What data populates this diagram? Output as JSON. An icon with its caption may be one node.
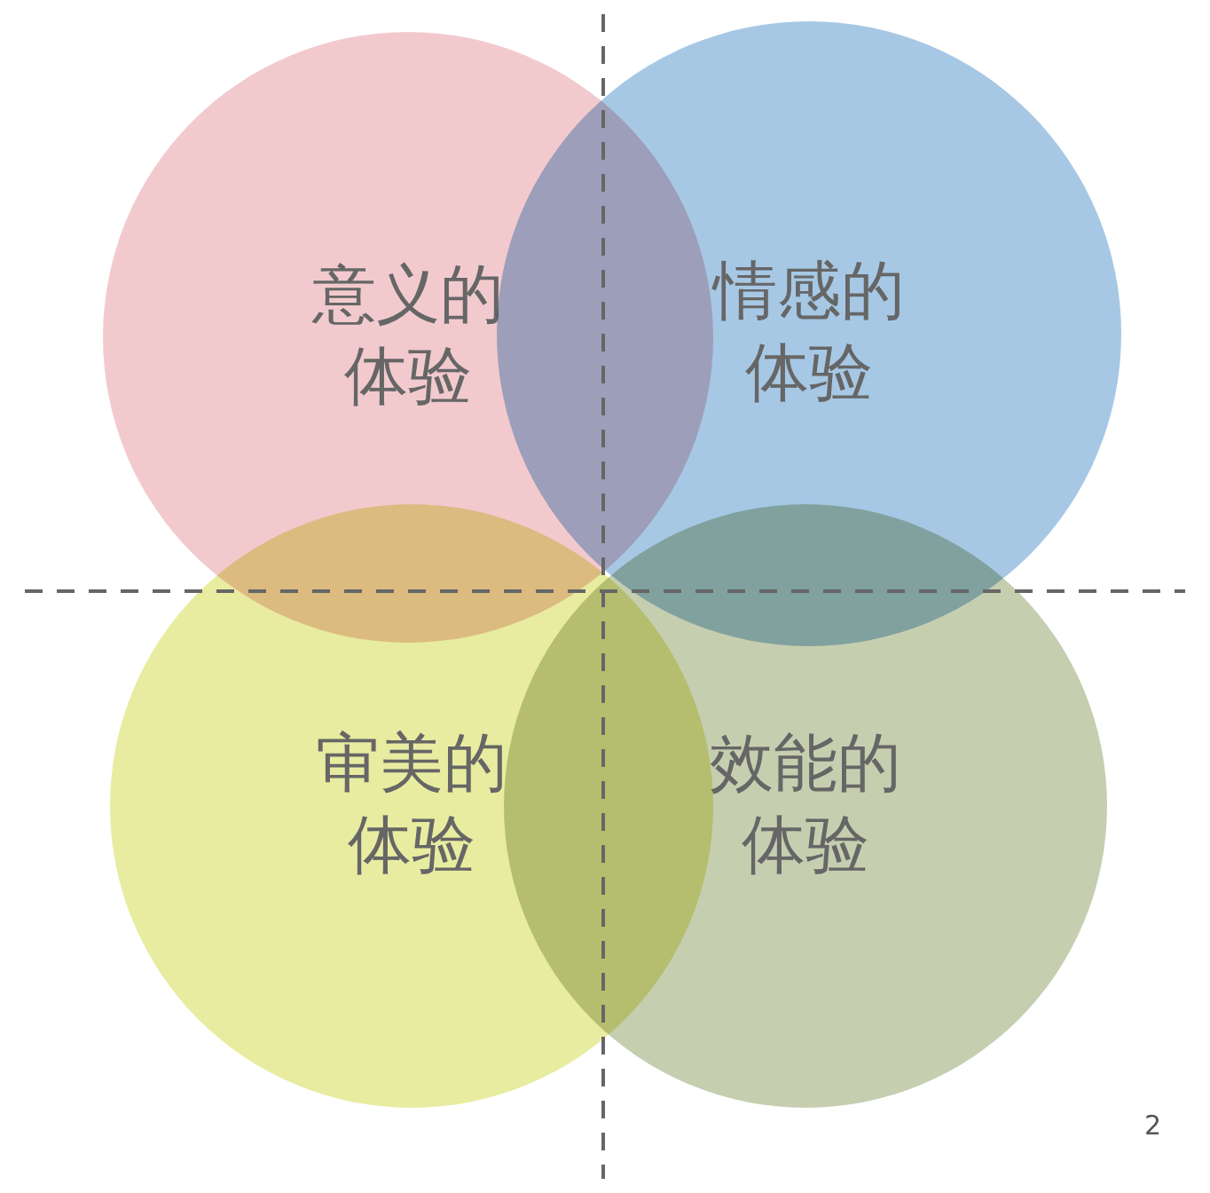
{
  "diagram": {
    "nodes": [
      {
        "text": [
          "意义的体验"
        ]
      },
      {
        "text": [
          "情感的体验"
        ]
      },
      {
        "text": [
          "审美的体验"
        ]
      },
      {
        "text": [
          "效能的体验"
        ]
      }
    ],
    "labels": [
      "2"
    ]
  }
}
